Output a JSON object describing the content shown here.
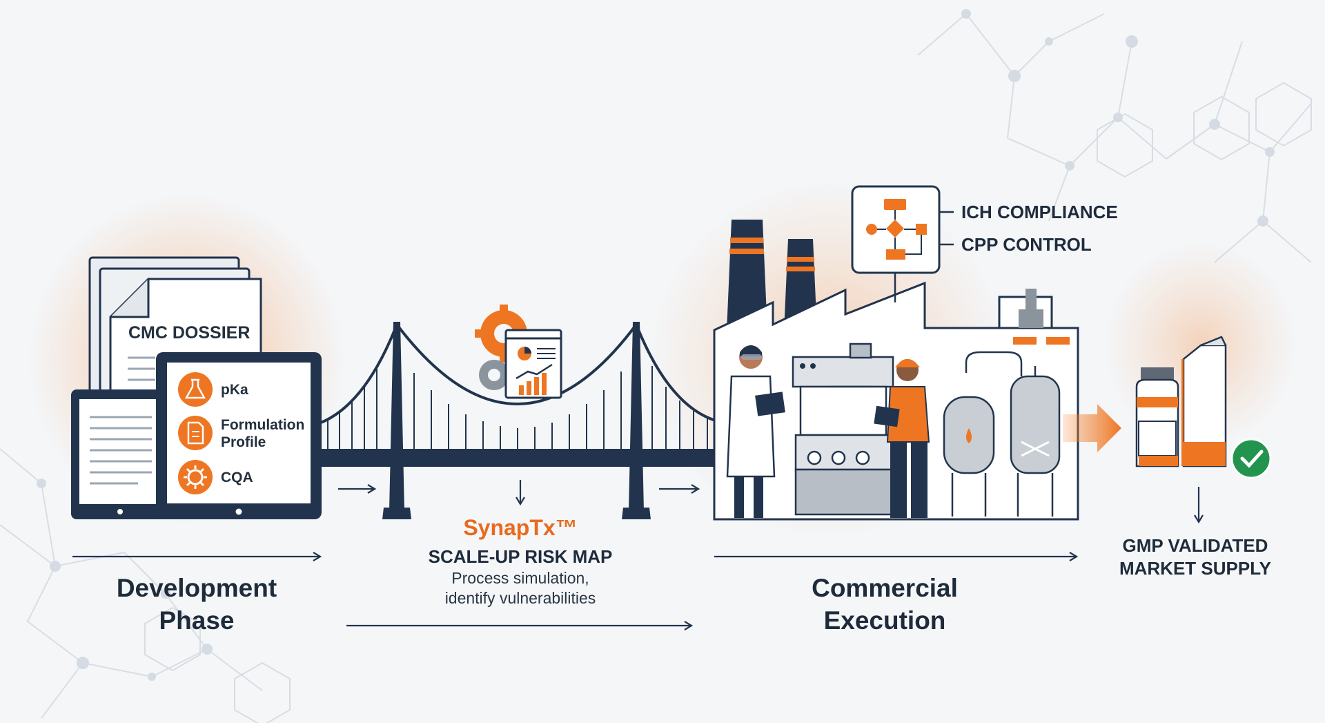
{
  "development": {
    "dossier_title": "CMC DOSSIER",
    "items": [
      {
        "label": "pKa",
        "icon": "flask-icon"
      },
      {
        "label": "Formulation\nProfile",
        "icon": "document-icon"
      },
      {
        "label": "CQA",
        "icon": "gear-icon"
      }
    ],
    "phase_title_line1": "Development",
    "phase_title_line2": "Phase"
  },
  "bridge": {
    "brand": "SynapTx™",
    "title": "SCALE-UP RISK MAP",
    "desc_line1": "Process simulation,",
    "desc_line2": "identify vulnerabilities",
    "icon": "analytics-gear-icon"
  },
  "commercial": {
    "compliance_label": "ICH COMPLIANCE",
    "control_label": "CPP CONTROL",
    "phase_title_line1": "Commercial",
    "phase_title_line2": "Execution",
    "icon": "process-flow-icon"
  },
  "market": {
    "line1": "GMP VALIDATED",
    "line2": "MARKET SUPPLY",
    "icon": "check-icon"
  },
  "colors": {
    "accent": "#ee7623",
    "navy": "#22344d",
    "background": "#f4f6f8"
  }
}
